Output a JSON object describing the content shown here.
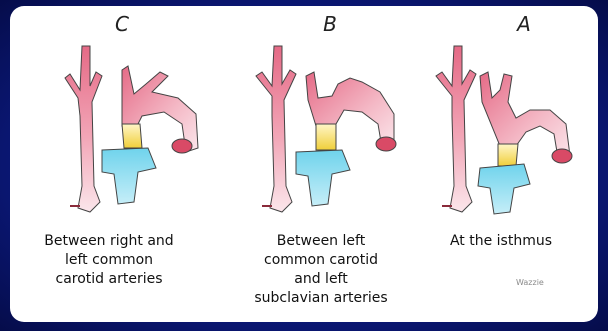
{
  "panels": [
    {
      "letter": "C",
      "caption_lines": [
        "Between right and",
        "left common",
        "carotid arteries"
      ]
    },
    {
      "letter": "B",
      "caption_lines": [
        "Between left",
        "common carotid",
        "and left",
        "subclavian arteries"
      ]
    },
    {
      "letter": "A",
      "caption_lines": [
        "At the isthmus"
      ]
    }
  ],
  "watermark": "Wazzie",
  "colors": {
    "background": "#0b1a78",
    "artery_pink": "#e8708a",
    "artery_light": "#f7d4dc",
    "ductus_yellow": "#f2d34a",
    "pulmonary_blue": "#7fd8ee"
  }
}
